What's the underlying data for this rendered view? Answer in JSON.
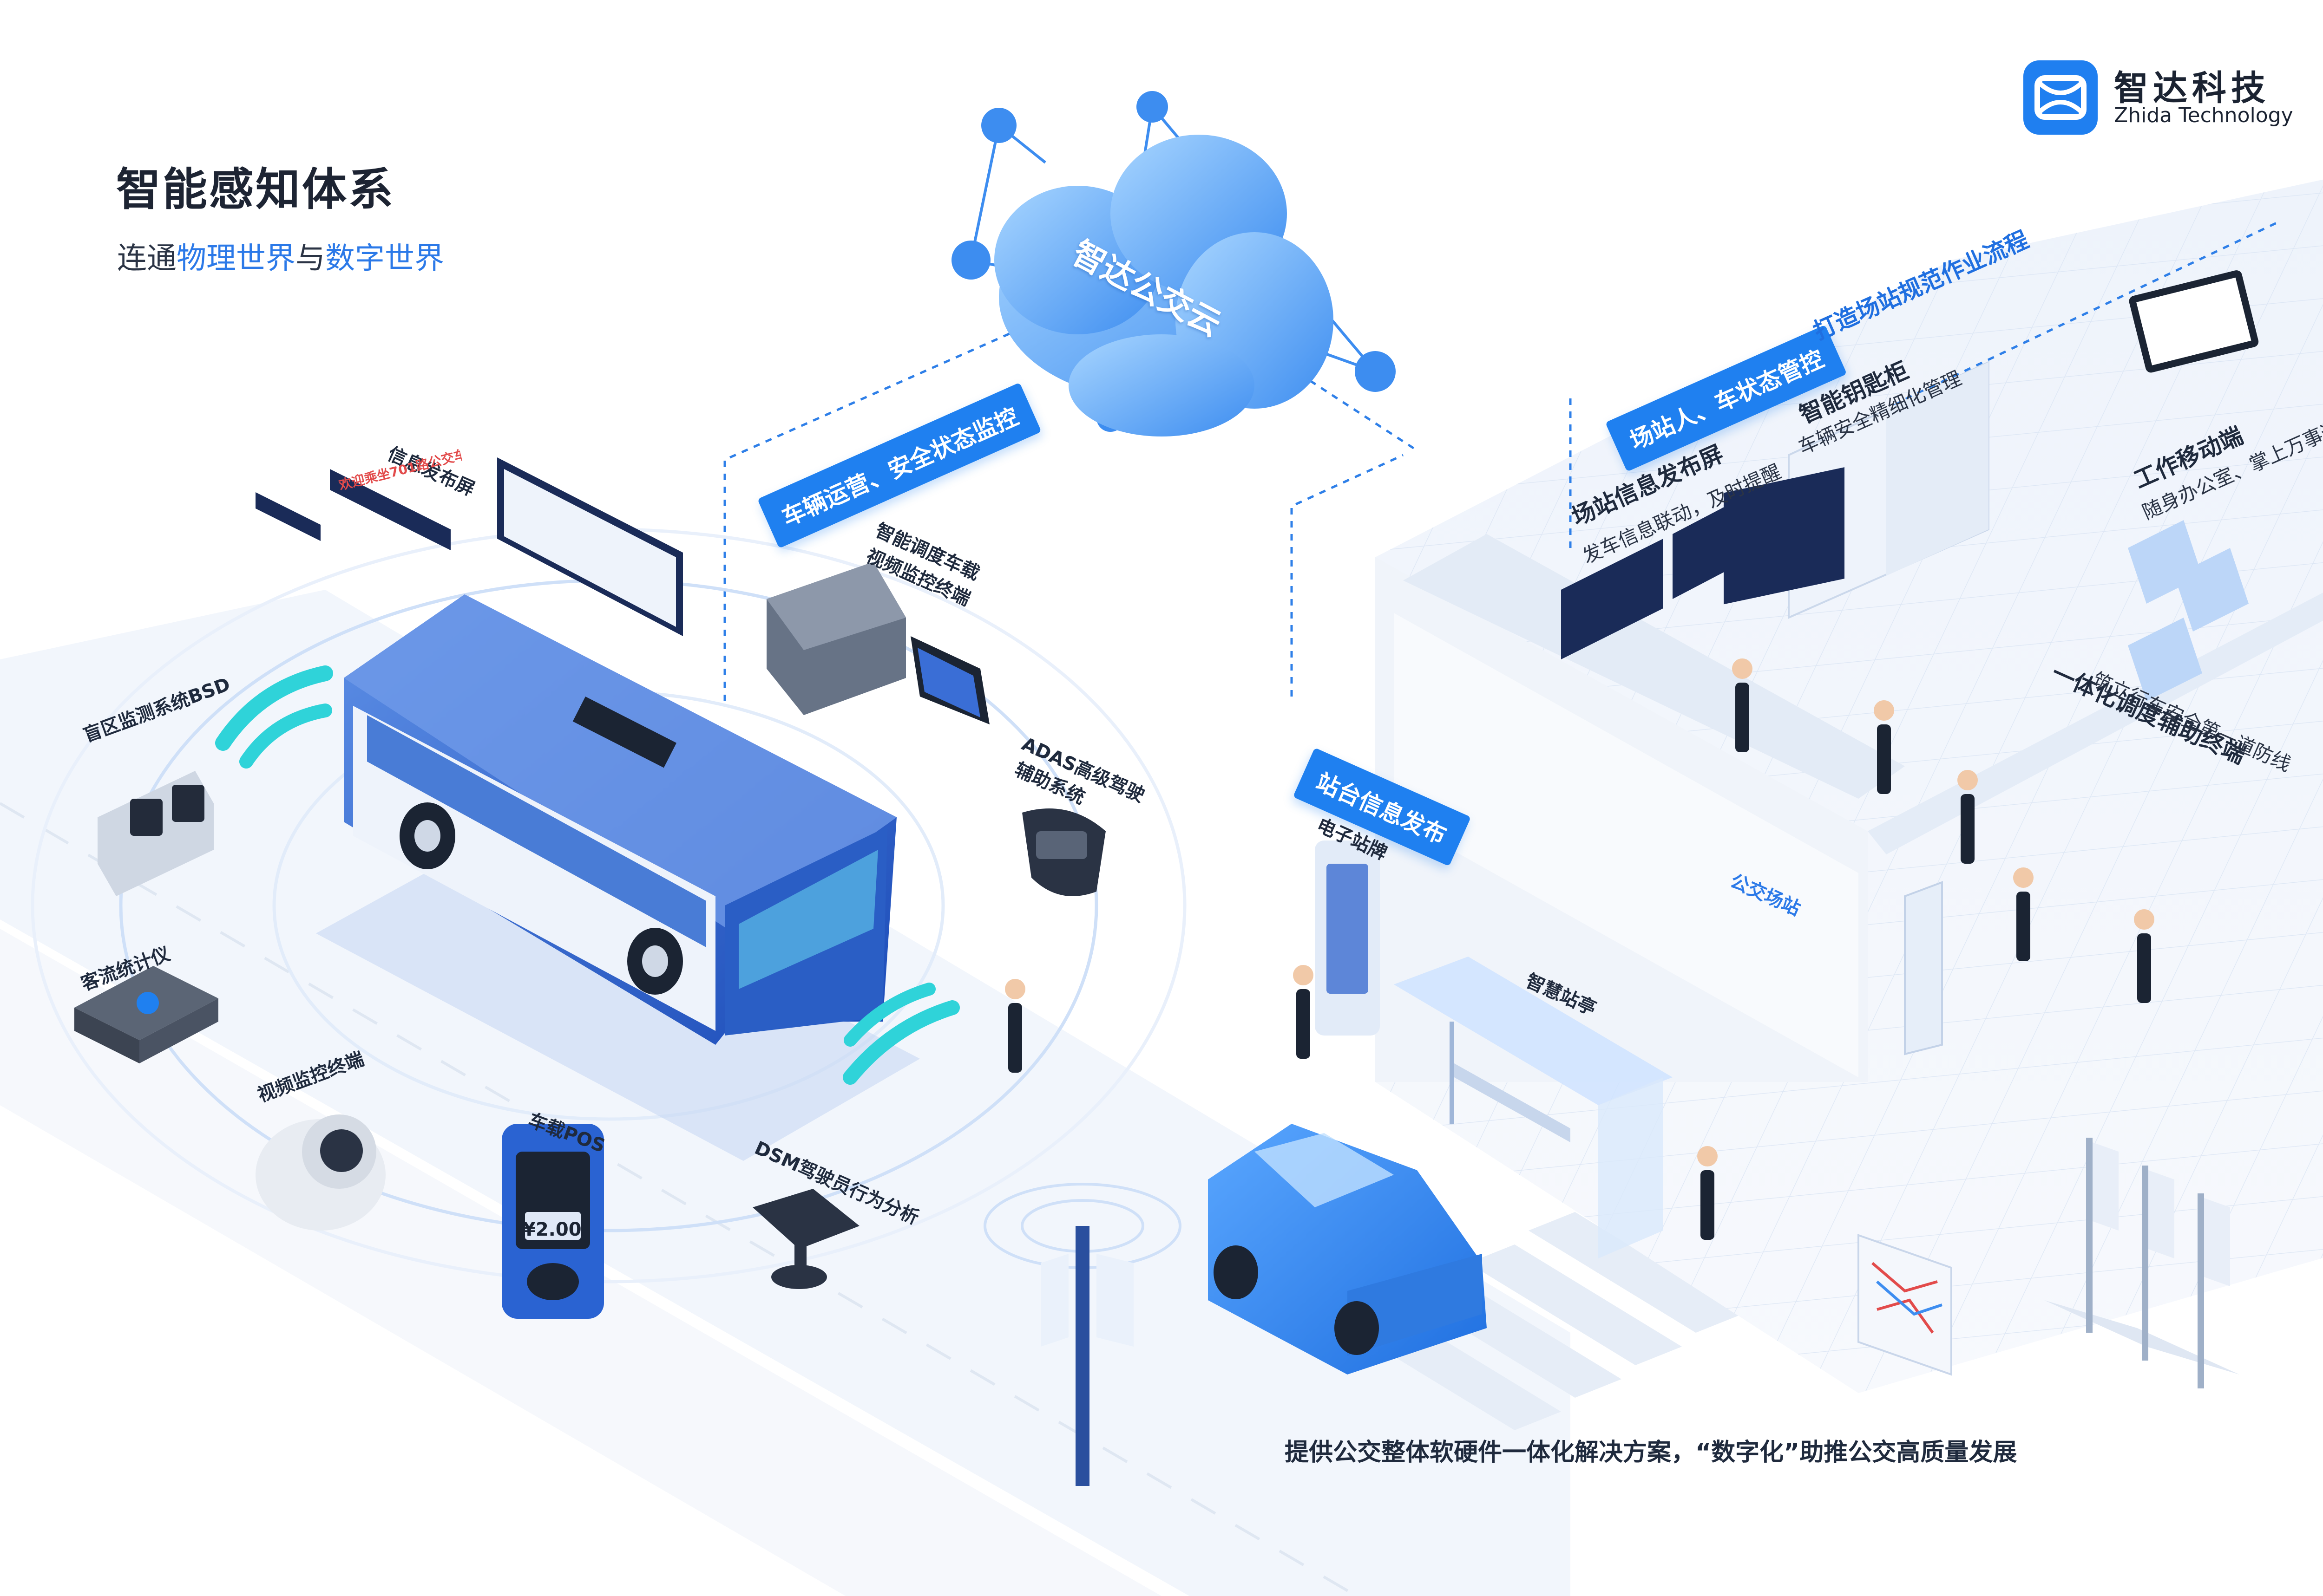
{
  "header": {
    "title": "智能感知体系",
    "subtitle_prefix": "连通",
    "subtitle_highlight_1": "物理世界",
    "subtitle_middle": "与",
    "subtitle_highlight_2": "数字世界"
  },
  "logo": {
    "name_cn": "智达科技",
    "name_en": "Zhida Technology"
  },
  "cloud": {
    "label": "智达公交云"
  },
  "vehicle_devices": {
    "info_screen": "信息发布屏",
    "bsd": "盲区监测系统BSD",
    "passenger_counter": "客流统计仪",
    "video_terminal": "视频监控终端",
    "pos": "车载POS",
    "pos_amount": "¥2.00",
    "dsm": "DSM驾驶员行为分析",
    "adas_line1": "ADAS高级驾驶",
    "adas_line2": "辅助系统",
    "dispatch_line1": "智能调度车载",
    "dispatch_line2": "视频监控终端",
    "bus_banner": "欢迎乘坐701路公交车"
  },
  "tags": {
    "vehicle_ops": "车辆运营、安全状态监控",
    "station_info": "站台信息发布",
    "people_vehicle": "场站人、车状态管控",
    "standard_process": "打造场站规范作业流程"
  },
  "station": {
    "e_sign": "电子站牌",
    "smart_shelter": "智慧站亭",
    "bus_yard_sign": "公交场站",
    "info_screen_title": "场站信息发布屏",
    "info_screen_sub": "发车信息联动，及时提醒",
    "key_cabinet_title": "智能钥匙柜",
    "key_cabinet_sub": "车辆安全精细化管理",
    "mobile_title": "工作移动端",
    "mobile_sub": "随身办公室、掌上万事通",
    "dispatch_title": "一体化调度辅助终端",
    "dispatch_sub": "筑立行车安全第一道防线"
  },
  "footer": {
    "slogan": "提供公交整体软硬件一体化解决方案，“数字化”助推公交高质量发展"
  },
  "colors": {
    "brand_blue": "#1f80f0",
    "accent_blue": "#2b79e8",
    "text_dark": "#1f2a3d",
    "cyan_signal": "#2fd3d9"
  }
}
